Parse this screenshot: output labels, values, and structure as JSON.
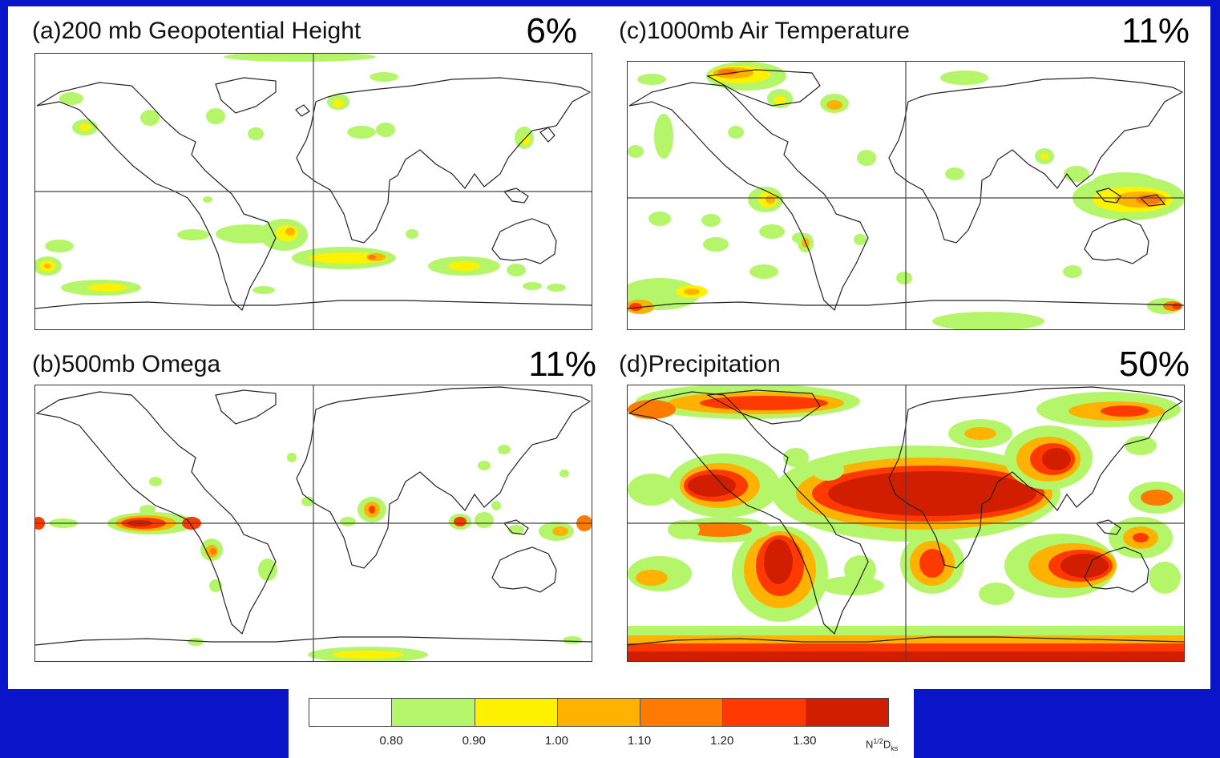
{
  "panels": [
    {
      "id": "a",
      "title": "(a)200 mb Geopotential Height",
      "percent": "6%"
    },
    {
      "id": "c",
      "title": "(c)1000mb Air Temperature",
      "percent": "11%"
    },
    {
      "id": "b",
      "title": "(b)500mb Omega",
      "percent": "11%"
    },
    {
      "id": "d",
      "title": "(d)Precipitation",
      "percent": "50%"
    }
  ],
  "legend": {
    "colors": [
      "#ffffff",
      "#b4f56a",
      "#fff200",
      "#ffb300",
      "#ff7a00",
      "#ff3a00",
      "#d21e00"
    ],
    "ticks": [
      "0.80",
      "0.90",
      "1.00",
      "1.10",
      "1.20",
      "1.30"
    ],
    "label_base": "N",
    "label_sup": "1/2",
    "label_mid": "D",
    "label_sub": "ks"
  },
  "colors": {
    "background": "#0a14c8",
    "coastline": "#222222"
  }
}
